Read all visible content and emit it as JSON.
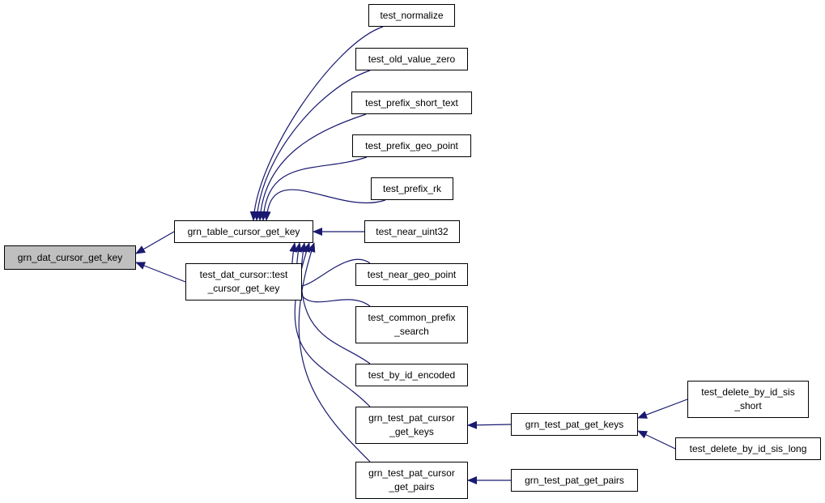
{
  "graph": {
    "type": "call-graph",
    "edge_color": "#191970",
    "root_fill": "#bfbfbf",
    "nodes": {
      "root": "grn_dat_cursor_get_key",
      "table_cursor": "grn_table_cursor_get_key",
      "dat_cursor_test": "test_dat_cursor::test\n_cursor_get_key",
      "normalize": "test_normalize",
      "old_value_zero": "test_old_value_zero",
      "prefix_short_text": "test_prefix_short_text",
      "prefix_geo_point": "test_prefix_geo_point",
      "prefix_rk": "test_prefix_rk",
      "near_uint32": "test_near_uint32",
      "near_geo_point": "test_near_geo_point",
      "common_prefix": "test_common_prefix\n_search",
      "by_id_encoded": "test_by_id_encoded",
      "pat_cursor_keys": "grn_test_pat_cursor\n_get_keys",
      "pat_cursor_pairs": "grn_test_pat_cursor\n_get_pairs",
      "pat_get_keys": "grn_test_pat_get_keys",
      "pat_get_pairs": "grn_test_pat_get_pairs",
      "delete_short": "test_delete_by_id_sis\n_short",
      "delete_long": "test_delete_by_id_sis_long"
    },
    "edges": [
      [
        "table_cursor",
        "root"
      ],
      [
        "dat_cursor_test",
        "root"
      ],
      [
        "normalize",
        "table_cursor"
      ],
      [
        "old_value_zero",
        "table_cursor"
      ],
      [
        "prefix_short_text",
        "table_cursor"
      ],
      [
        "prefix_geo_point",
        "table_cursor"
      ],
      [
        "prefix_rk",
        "table_cursor"
      ],
      [
        "near_uint32",
        "table_cursor"
      ],
      [
        "near_geo_point",
        "table_cursor"
      ],
      [
        "common_prefix",
        "table_cursor"
      ],
      [
        "by_id_encoded",
        "table_cursor"
      ],
      [
        "pat_cursor_keys",
        "table_cursor"
      ],
      [
        "pat_cursor_pairs",
        "table_cursor"
      ],
      [
        "pat_get_keys",
        "pat_cursor_keys"
      ],
      [
        "pat_get_pairs",
        "pat_cursor_pairs"
      ],
      [
        "delete_short",
        "pat_get_keys"
      ],
      [
        "delete_long",
        "pat_get_keys"
      ]
    ]
  }
}
